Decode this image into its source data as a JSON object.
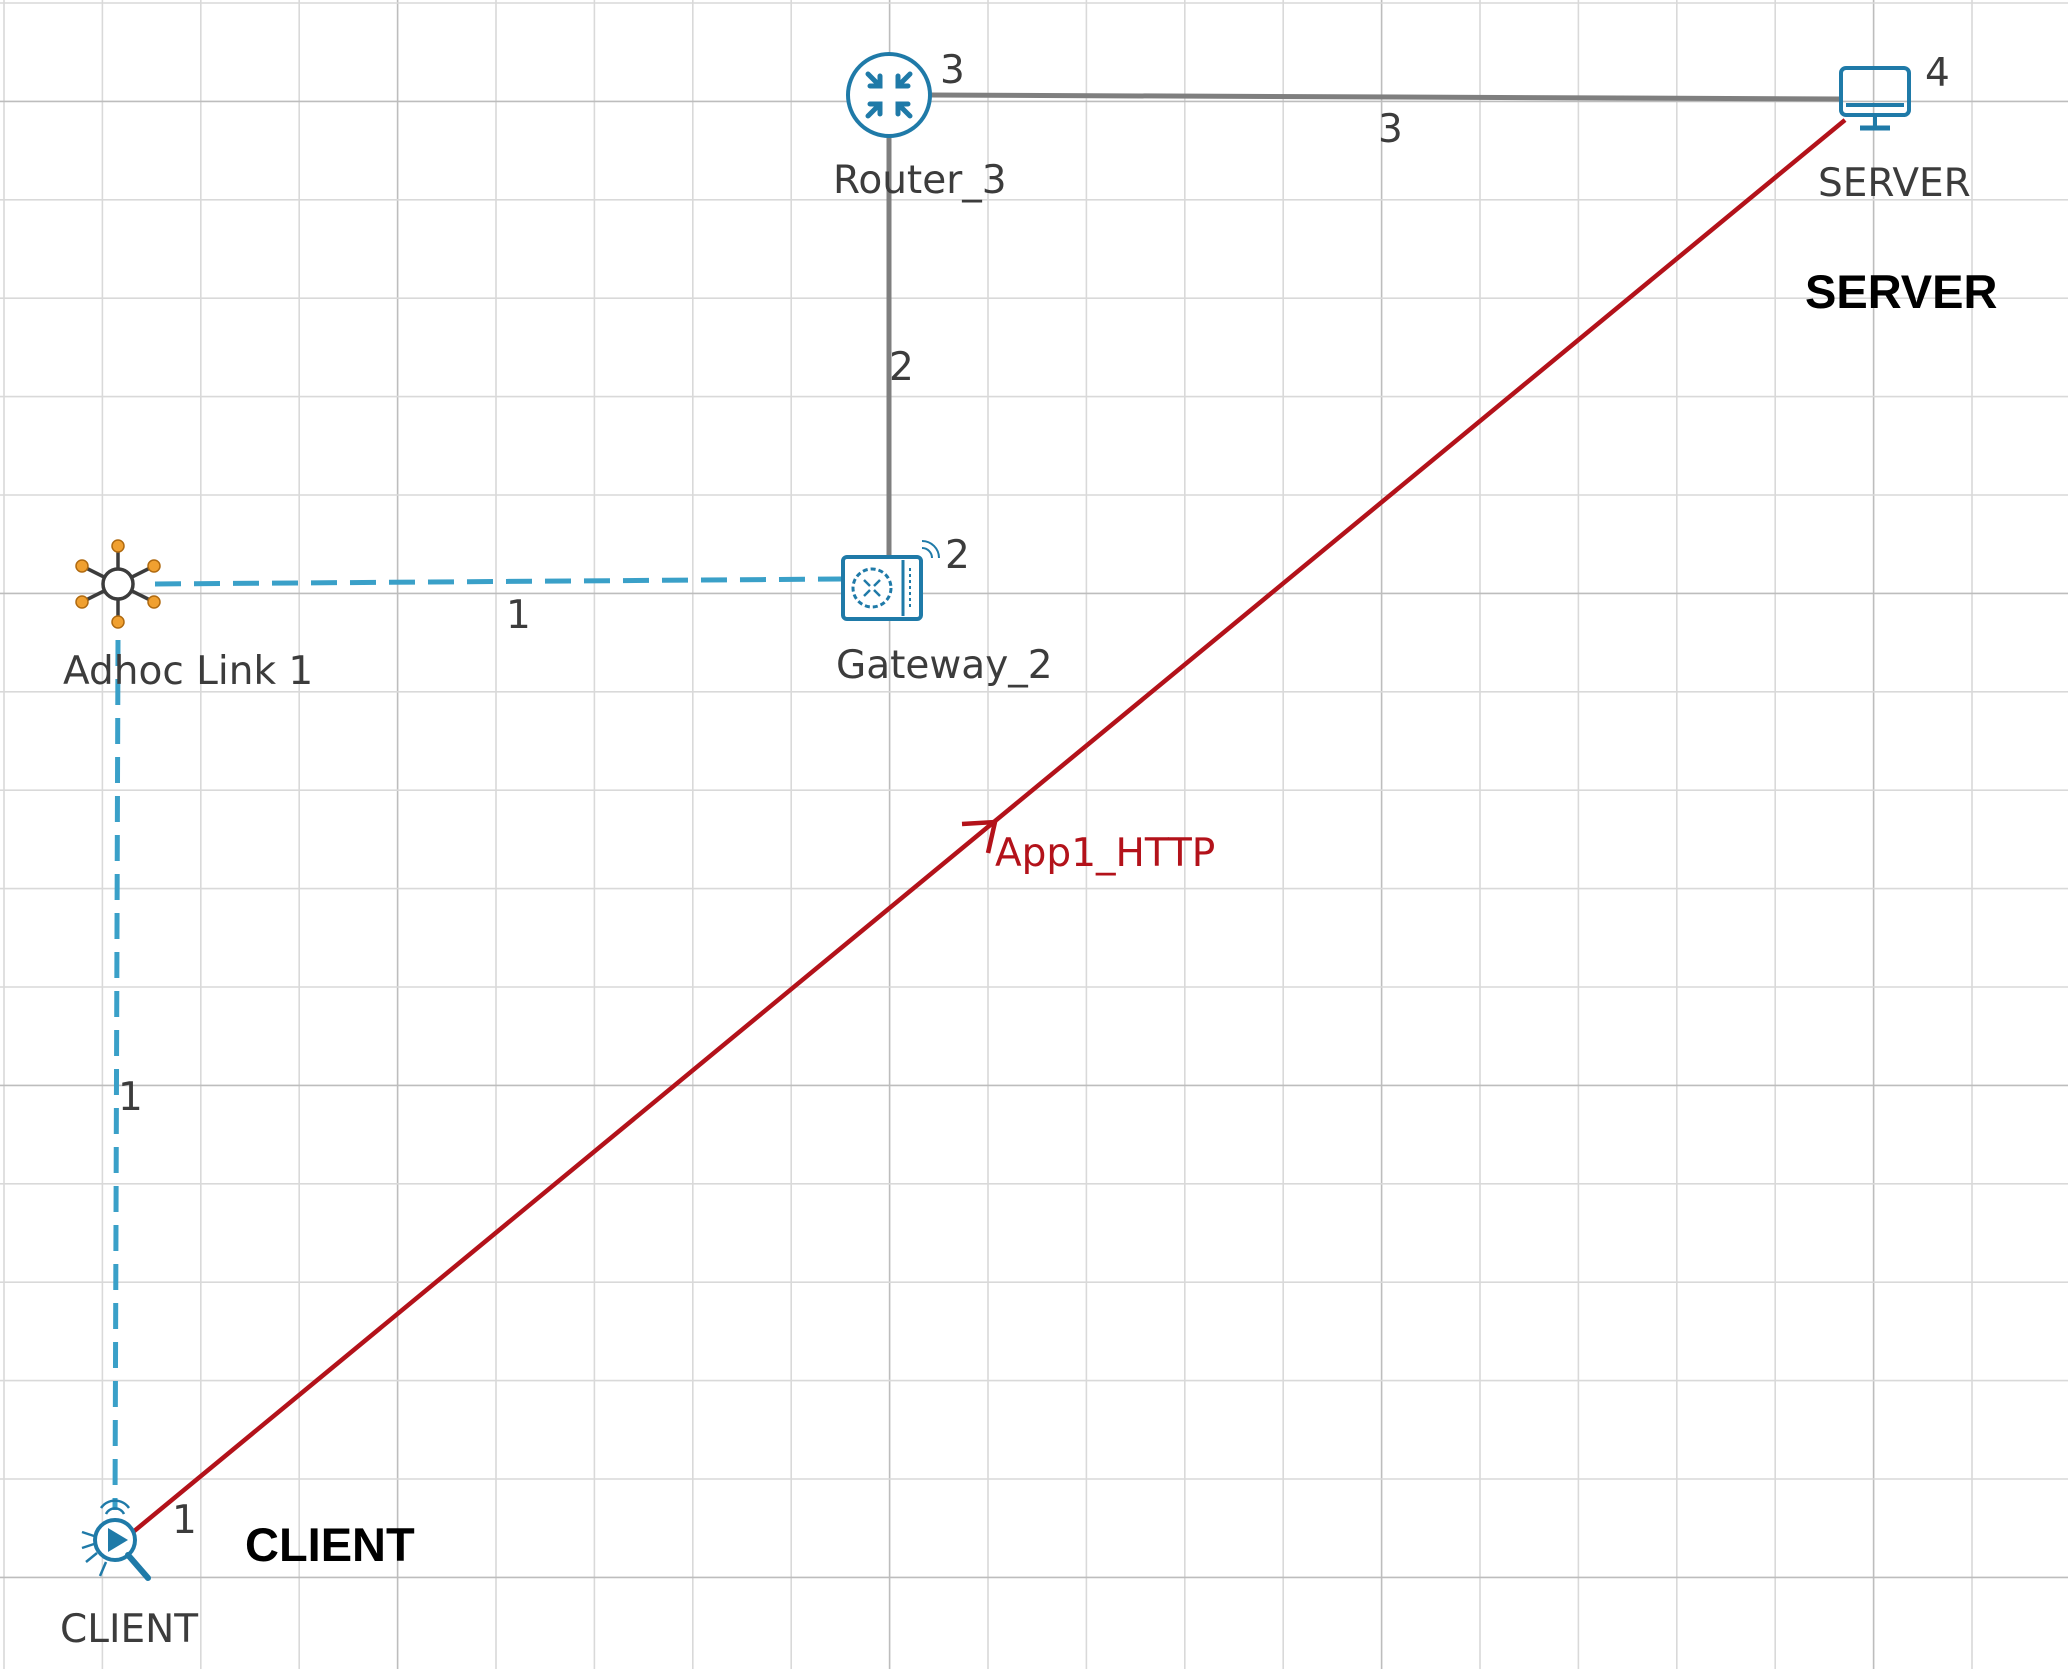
{
  "colors": {
    "wired": "#7f7f7f",
    "wireless": "#3aa0c8",
    "app_flow": "#b3121a",
    "icon_blue": "#1f7aa8",
    "icon_orange": "#f0a030"
  },
  "nodes": {
    "router": {
      "name": "Router_3",
      "id": "3",
      "icon": "router-icon"
    },
    "server": {
      "name": "SERVER",
      "id": "4",
      "icon": "monitor-icon",
      "annotation": "SERVER"
    },
    "gateway": {
      "name": "Gateway_2",
      "id": "2",
      "icon": "gateway-icon"
    },
    "adhoc": {
      "name": "Adhoc Link 1",
      "icon": "adhoc-link-icon"
    },
    "client": {
      "name": "CLIENT",
      "id": "1",
      "icon": "wireless-node-icon",
      "annotation": "CLIENT"
    }
  },
  "links": [
    {
      "from": "Router_3",
      "to": "SERVER",
      "label": "3",
      "style": "wired"
    },
    {
      "from": "Router_3",
      "to": "Gateway_2",
      "label": "2",
      "style": "wired"
    },
    {
      "from": "Adhoc Link 1",
      "to": "Gateway_2",
      "label": "1",
      "style": "wireless"
    },
    {
      "from": "Adhoc Link 1",
      "to": "CLIENT",
      "label": "1",
      "style": "wireless"
    }
  ],
  "application": {
    "label": "App1_HTTP",
    "from": "CLIENT",
    "to": "SERVER"
  }
}
